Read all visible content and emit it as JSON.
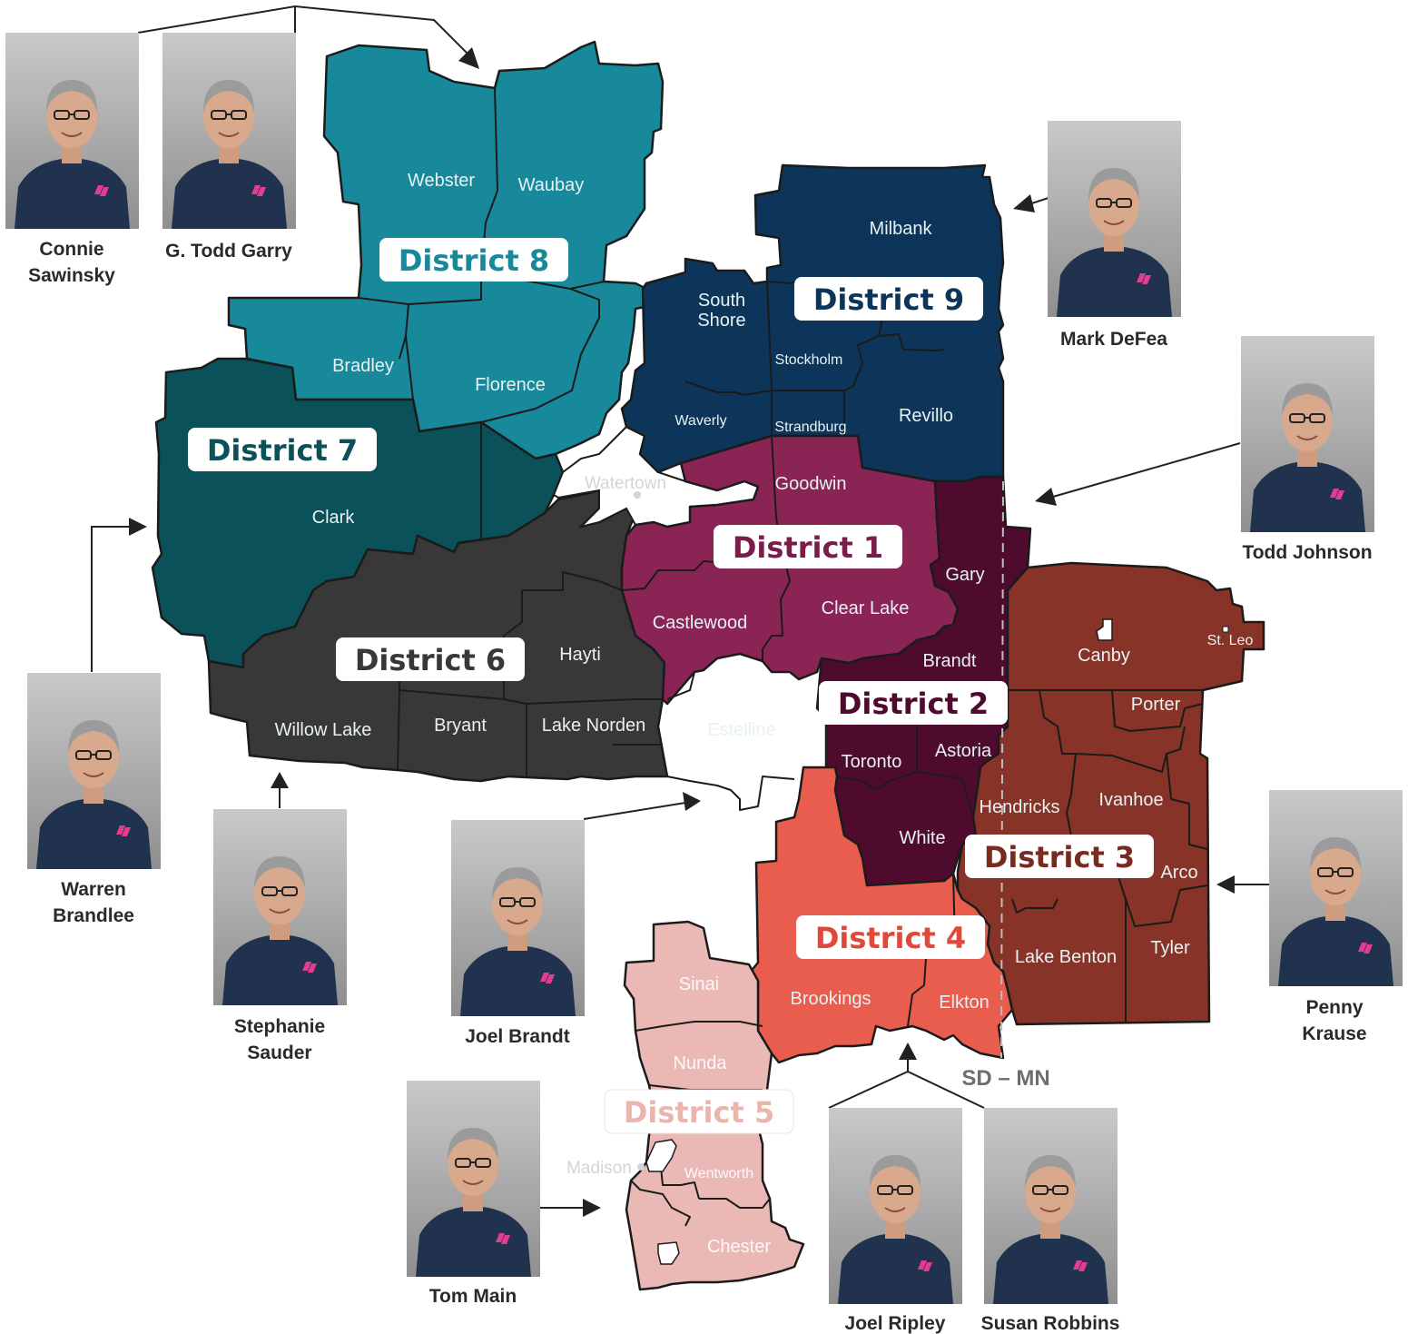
{
  "districts": [
    {
      "label": "District 1",
      "color": "#8a2455",
      "text_color": "#7a1d4b"
    },
    {
      "label": "District 2",
      "color": "#4e0b2e",
      "text_color": "#4e0b2e"
    },
    {
      "label": "District 3",
      "color": "#873328",
      "text_color": "#7a2a20"
    },
    {
      "label": "District 4",
      "color": "#e85d4e",
      "text_color": "#e0493a"
    },
    {
      "label": "District 5",
      "color": "#ebb9b5",
      "text_color": "#ebb4ad"
    },
    {
      "label": "District 6",
      "color": "#383838",
      "text_color": "#383838"
    },
    {
      "label": "District 7",
      "color": "#0a5159",
      "text_color": "#0a5159"
    },
    {
      "label": "District 8",
      "color": "#17899b",
      "text_color": "#17899b"
    },
    {
      "label": "District 9",
      "color": "#0d3559",
      "text_color": "#0d3559"
    }
  ],
  "towns": {
    "webster": "Webster",
    "waubay": "Waubay",
    "bradley": "Bradley",
    "florence": "Florence",
    "clark": "Clark",
    "milbank": "Milbank",
    "south_shore": [
      "South",
      "Shore"
    ],
    "stockholm": "Stockholm",
    "waverly": "Waverly",
    "strandburg": "Strandburg",
    "revillo": "Revillo",
    "goodwin": "Goodwin",
    "castlewood": "Castlewood",
    "clear_lake": "Clear Lake",
    "estelline": "Estelline",
    "gary": "Gary",
    "brandt": "Brandt",
    "toronto": "Toronto",
    "astoria": "Astoria",
    "white": "White",
    "canby": "Canby",
    "st_leo": "St. Leo",
    "porter": "Porter",
    "hendricks": "Hendricks",
    "ivanhoe": "Ivanhoe",
    "arco": "Arco",
    "lake_benton": "Lake Benton",
    "tyler": "Tyler",
    "hayti": "Hayti",
    "willow_lake": "Willow Lake",
    "bryant": "Bryant",
    "lake_norden": "Lake Norden",
    "brookings": "Brookings",
    "elkton": "Elkton",
    "sinai": "Sinai",
    "nunda": "Nunda",
    "wentworth": "Wentworth",
    "chester": "Chester"
  },
  "cities": {
    "watertown": "Watertown",
    "madison": "Madison"
  },
  "border_label": "SD – MN",
  "members": {
    "connie": [
      "Connie",
      "Sawinsky"
    ],
    "todd_garry": [
      "G. Todd Garry"
    ],
    "mark": [
      "Mark DeFea"
    ],
    "todd_johnson": [
      "Todd Johnson"
    ],
    "warren": [
      "Warren",
      "Brandlee"
    ],
    "stephanie": [
      "Stephanie",
      "Sauder"
    ],
    "joel_brandt": [
      "Joel Brandt"
    ],
    "penny": [
      "Penny",
      "Krause"
    ],
    "tom": [
      "Tom Main"
    ],
    "joel_ripley": [
      "Joel Ripley"
    ],
    "susan": [
      "Susan Robbins"
    ]
  },
  "icons": {
    "logo": "cooperative-logo-icon",
    "person": "portrait-icon",
    "arrow": "pointer-arrow-icon"
  }
}
